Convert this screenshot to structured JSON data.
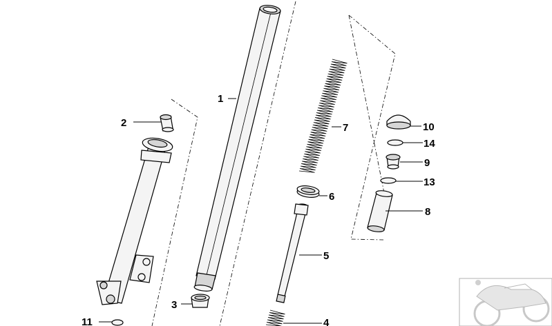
{
  "callouts": [
    {
      "id": "1",
      "text": "1"
    },
    {
      "id": "2",
      "text": "2"
    },
    {
      "id": "3",
      "text": "3"
    },
    {
      "id": "4",
      "text": "4"
    },
    {
      "id": "5",
      "text": "5"
    },
    {
      "id": "6",
      "text": "6"
    },
    {
      "id": "7",
      "text": "7"
    },
    {
      "id": "8",
      "text": "8"
    },
    {
      "id": "9",
      "text": "9"
    },
    {
      "id": "10",
      "text": "10"
    },
    {
      "id": "11",
      "text": "11"
    },
    {
      "id": "13",
      "text": "13"
    },
    {
      "id": "14",
      "text": "14"
    }
  ],
  "colors": {
    "line": "#000000",
    "part_fill": "#f4f4f4",
    "shade": "#d6d6d6",
    "background": "#ffffff"
  },
  "icons": {
    "thumbnail": "motorcycle-thumbnail-icon"
  }
}
